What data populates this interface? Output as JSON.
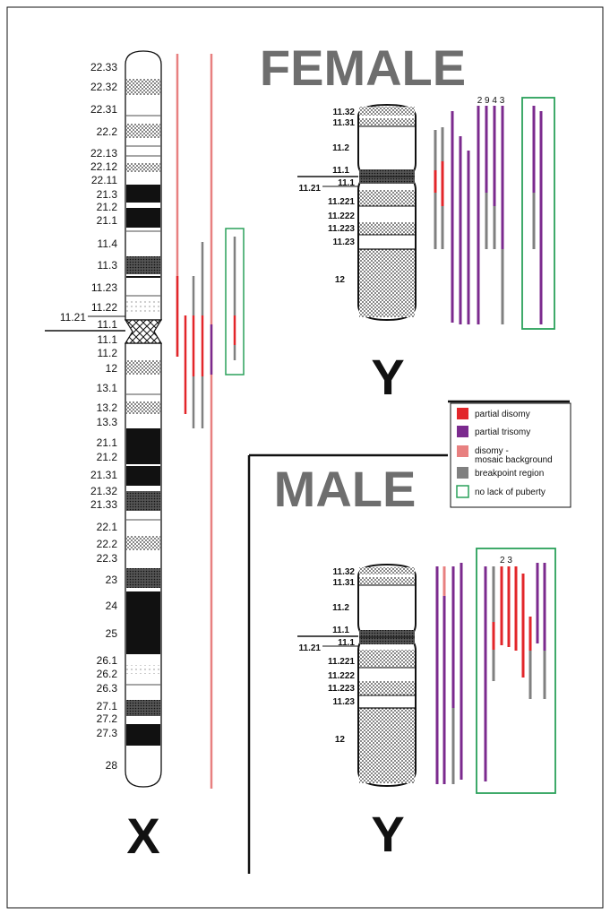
{
  "titles": {
    "female": "FEMALE",
    "male": "MALE"
  },
  "chromosome_letters": {
    "x": "X",
    "y_female": "Y",
    "y_male": "Y"
  },
  "x_chromosome": {
    "p_bands": [
      "22.33",
      "22.32",
      "22.31",
      "22.2",
      "22.13",
      "22.12",
      "22.11",
      "21.3",
      "21.2",
      "21.1",
      "11.4",
      "11.3",
      "11.23",
      "11.22",
      "11.21"
    ],
    "q_bands": [
      "11.1",
      "11.1",
      "11.2",
      "12",
      "13.1",
      "13.2",
      "13.3",
      "21.1",
      "21.2",
      "21.31",
      "21.32",
      "21.33",
      "22.1",
      "22.2",
      "22.3",
      "23",
      "24",
      "25",
      "26.1",
      "26.2",
      "26.3",
      "27.1",
      "27.2",
      "27.3",
      "28"
    ]
  },
  "y_female": {
    "bands": [
      "11.32",
      "11.31",
      "11.2",
      "11.1",
      "11.1",
      "11.21",
      "11.221",
      "11.222",
      "11.223",
      "11.23",
      "12"
    ],
    "case_numbers": "2 9 4 3"
  },
  "y_male": {
    "bands": [
      "11.32",
      "11.31",
      "11.2",
      "11.1",
      "11.1",
      "11.21",
      "11.221",
      "11.222",
      "11.223",
      "11.23",
      "12"
    ],
    "case_numbers": "2 3"
  },
  "legend": [
    {
      "label": "partial disomy",
      "color": "#e2262a",
      "kind": "fill"
    },
    {
      "label": "partial trisomy",
      "color": "#7b2a8e",
      "kind": "fill"
    },
    {
      "label": "disomy - mosaic background",
      "color": "#e88080",
      "kind": "fill"
    },
    {
      "label": "breakpoint region",
      "color": "#808080",
      "kind": "fill"
    },
    {
      "label": "no lack of puberty",
      "color": "#2aa05a",
      "kind": "outline"
    }
  ],
  "colors": {
    "disomy": "#e2262a",
    "trisomy": "#7b2a8e",
    "mosaic": "#e88080",
    "breakpoint": "#808080",
    "puberty_box": "#2aa05a",
    "title_gray": "#6e6e6e"
  }
}
